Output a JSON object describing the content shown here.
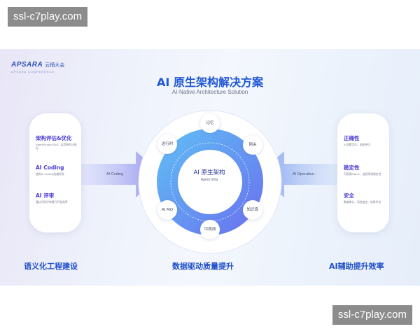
{
  "watermark": {
    "text": "ssl-c7play.com"
  },
  "logo": {
    "brand": "APSARA",
    "cn": "云栖大会",
    "sub": "APSARA CONFERENCE"
  },
  "title": "AI 原生架构解决方案",
  "subtitle": "AI-Native Architecture Solution",
  "left_panel": {
    "groups": [
      {
        "title": "架构评估&优化",
        "desc": "AgentScope SDK，运用结构与指标"
      },
      {
        "title": "AI Coding",
        "desc": "使用AI Coding加速研发"
      },
      {
        "title": "AI 评审",
        "desc": "通过代码评审提升开发效率"
      }
    ]
  },
  "right_panel": {
    "groups": [
      {
        "title": "正确性",
        "desc": "AI问题定位，协助评估"
      },
      {
        "title": "稳定性",
        "desc": "可观测Metric，监视系统稳定性"
      },
      {
        "title": "安全",
        "desc": "数据审计，风险监控，效果评估"
      }
    ]
  },
  "arrows": {
    "left_label": "AI Coding",
    "right_label": "AI Operation"
  },
  "center": {
    "title": "AI 原生架构",
    "subtitle": "Agent Infra",
    "nodes": [
      "记忆",
      "网关",
      "知识库",
      "可观测",
      "AI MQ",
      "运行时"
    ]
  },
  "bottom": {
    "left": "语义化工程建设",
    "center": "数据驱动质量提升",
    "right": "AI辅助提升效率"
  },
  "colors": {
    "accent": "#1f57d6",
    "purple": "#4b3ad6",
    "ring_inner": "#6a8ef0"
  }
}
